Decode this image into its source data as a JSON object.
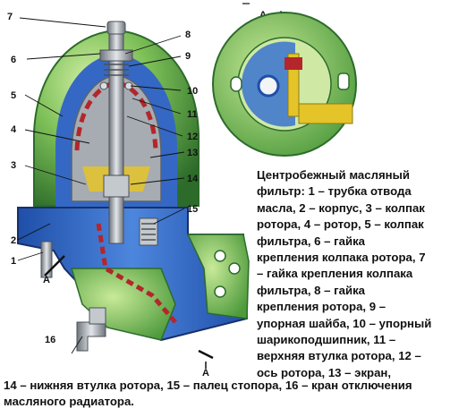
{
  "section_title": "А – А",
  "labels": [
    "1",
    "2",
    "3",
    "4",
    "5",
    "6",
    "7",
    "8",
    "9",
    "10",
    "11",
    "12",
    "13",
    "14",
    "15",
    "16"
  ],
  "section_marks": {
    "left": "А",
    "right": "А"
  },
  "caption": {
    "right_lines": [
      "Центробежный масляный",
      "фильтр: 1 – трубка отвода",
      "масла, 2 – корпус, 3 – колпак",
      "ротора, 4 – ротор, 5 – колпак",
      "фильтра, 6 – гайка",
      "крепления колпака ротора, 7",
      "– гайка крепления колпака",
      "фильтра, 8 – гайка",
      "крепления ротора, 9 –",
      "упорная шайба, 10 – упорный",
      "шарикоподшипник, 11 –",
      "верхняя втулка ротора, 12 –",
      "ось ротора, 13 – экран,"
    ],
    "bottom_lines": [
      "14 – нижняя втулка ротора, 15 – палец стопора, 16 – кран отключения",
      "масляного радиатора."
    ]
  },
  "colors": {
    "housing_green": "#3f8f3a",
    "housing_light": "#a8d977",
    "body_blue": "#2f66c8",
    "metal_grey": "#9aa0a6",
    "rotor_red": "#b3262b",
    "oil_yellow": "#e4c428"
  }
}
